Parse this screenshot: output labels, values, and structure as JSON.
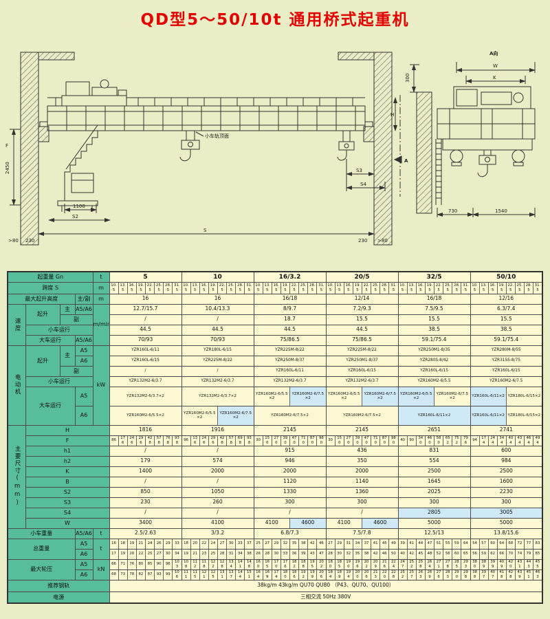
{
  "page": {
    "title": "QD型5～50/10t 通用桥式起重机"
  },
  "drawing": {
    "labels": {
      "aview": "A向",
      "rail_note": "小车轨顶面",
      "v2450": "2450",
      "f": "F",
      "d1100": "1100",
      "s2": "S2",
      "s": "S",
      "n230": "230",
      "gt80": ">80",
      "s3": "S3",
      "s4": "S4",
      "h": "H",
      "a": "A",
      "w": "W",
      "k": "K",
      "d300": "300",
      "d730": "730",
      "d1540": "1540"
    }
  },
  "table": {
    "groups": [
      "5",
      "10",
      "16/3.2",
      "20/5",
      "32/5",
      "50/10"
    ],
    "labels": {
      "capacity": "起重量 Gn",
      "capacity_unit": "t",
      "span": "跨度 S",
      "span_unit": "m",
      "height": "最大起升高度",
      "main_aux": "主/副",
      "height_unit": "m",
      "speed": "速度",
      "speed_unit": "m/min",
      "hoist": "起升",
      "main": "主",
      "aux": "副",
      "a5a6": "A5/A6",
      "a5": "A5",
      "a6": "A6",
      "trolley_travel": "小车运行",
      "bridge_travel": "大车运行",
      "motor": "电动机",
      "motor_unit": "kW",
      "dims": "主要尺寸(mm)",
      "H": "H",
      "F": "F",
      "h1": "h1",
      "h2": "h2",
      "K": "K",
      "B": "B",
      "S2": "S2",
      "S3": "S3",
      "S4": "S4",
      "W": "W",
      "trolley_weight": "小车重量",
      "weight_unit": "t",
      "total_weight": "总重量",
      "wheel_load": "最大轮压",
      "wheel_unit": "kN",
      "rail": "推荐钢轨",
      "power": "电源"
    },
    "values": {
      "span": [
        "10.5 13.5 16.5 19.5 22.5 25.5 28.5 31.5",
        "10.5 13.5 16.5 19.5 22.5 25.5 28.5 31.5",
        "10.5 13.5 16.5 19.5 22.5 25.5 28.5 31.5",
        "10.5 13.5 16.5 19.5 22.5 25.5 28.5 31.5",
        "10.5 13.5 16.5 19.5 22.5 25.5 28.5 31.5",
        "10.5 13.5 16.5 19.5 22.5 25.5 28.5 31.5"
      ],
      "height": [
        "16",
        "16",
        "16/18",
        "12/14",
        "16/18",
        "12/16"
      ],
      "speed_main": [
        "12.7/15.7",
        "10.4/13.3",
        "8/9.7",
        "7.2/9.3",
        "7.5/9.5",
        "6.3/7.4"
      ],
      "speed_aux": [
        "/",
        "/",
        "18.7",
        "15.5",
        "15.5",
        "15.5"
      ],
      "speed_trolley": [
        "44.5",
        "44.5",
        "44.5",
        "44.5",
        "38.5",
        "38.5"
      ],
      "speed_bridge": [
        "70/93",
        "70/93",
        "75/86.5",
        "75/86.5",
        "59.1/75.4",
        "59.1/75.4"
      ],
      "motor_main_a5": [
        "YZR160L-6/11",
        "YZR180L-6/15",
        "YZR225M-8/22",
        "YZR225M-8/22",
        "YZR250M1-8/35",
        "YZR280M-8/55"
      ],
      "motor_main_a6": [
        "YZR160L-6/15",
        "YZR225M-8/22",
        "YZR250M-8/37",
        "YZR250M1-8/37",
        "YZR280S-8/42",
        "YZR315S-8/75"
      ],
      "motor_aux": [
        "/",
        "/",
        "YZR160L-6/11",
        "YZR160L-6/15",
        "YZR160L-6/15",
        "YZR160L-6/15"
      ],
      "motor_trolley": [
        "YZR132M2-6/3.7",
        "YZR132M2-6/3.7",
        "YZR132M2-6/3.7",
        "YZR132M2-6/3.7",
        "YZR160M2-6/5.5",
        "YZR160M2-6/7.5"
      ],
      "motor_bridge_a5": [
        "YZR132M2-6/3.7×2",
        "YZR132M2-6/3.7×2",
        "YZR160M2-6/5.5×2|YZR160M2-6/7.5×2",
        "YZR160M2-6/5.5×2|YZR160M2-6/7.5×2",
        "YZR160M2-6/5.5×2|YZR160M2-6/7.5×2",
        "YZR160L-6/11×2|YZR180L-6/15×2"
      ],
      "motor_bridge_a6": [
        "YZR160M2-6/5.5×2",
        "YZR160M2-6/5.5×2|YZR160M2-6/7.5×2",
        "YZR160M2-6/7.5×2",
        "YZR160M2-6/7.5×2",
        "YZR160L-6/11×2",
        "YZR160L-6/11×2|YZR180L-6/15×2"
      ],
      "H": [
        "1816",
        "1916",
        "2145",
        "2145",
        "2651",
        "2741"
      ],
      "F": [
        "86 176 246 296 428 578 768 938",
        "96 136 246 296 428 578 698 938",
        "30 150 270 390 470 710 870 980",
        "30 150 270 390 470 710 870 980",
        "40 90 340 460 580 652 752 796",
        "94 174 244 344 404 434 464 494"
      ],
      "h1": [
        "/",
        "/",
        "915",
        "436",
        "831",
        "600"
      ],
      "h2": [
        "179",
        "574",
        "946",
        "350",
        "554",
        "984"
      ],
      "K": [
        "1400",
        "2000",
        "2000",
        "2000",
        "2500",
        "2500"
      ],
      "B": [
        "/",
        "/",
        "1120",
        "1140",
        "1645",
        "1600"
      ],
      "S2": [
        "850",
        "1050",
        "1330",
        "1360",
        "2025",
        "2230"
      ],
      "S3": [
        "230",
        "260",
        "300",
        "300",
        "300",
        "300"
      ],
      "S4": [
        "/",
        "/",
        "/",
        "/",
        "2805",
        "3005"
      ],
      "W": [
        "3400",
        "4100",
        "4100|4600",
        "4100|4600",
        "5000",
        "5000"
      ],
      "trolley_weight": [
        "2.5/2.63",
        "3/3.2",
        "6.8/7.3",
        "7.5/7.8",
        "12.5/13",
        "13.8/15.6"
      ],
      "total_a5": [
        "16 18 19 21 24 26 29 33",
        "18 20 22 24 27 30 33 37",
        "25 27 29 32 35 38 42 46",
        "27 29 31 34 37 41 45 49",
        "39 41 44 47 51 55 59 64",
        "54 57 60 64 68 72 77 83"
      ],
      "total_a6": [
        "17 19 20 22 25 27 30 34",
        "19 21 23 25 28 31 34 38",
        "26 28 30 33 36 39 43 47",
        "28 30 32 35 38 42 46 50",
        "40 42 45 48 52 56 60 65",
        "56 59 62 66 70 74 79 85"
      ],
      "wheel_a5": [
        "66 71 76 80 85 90 96 103",
        "108 112 118 122 128 134 141 148",
        "160 165 170 176 182 188 195 202",
        "180 185 190 196 202 209 216 224",
        "247 252 258 264 271 278 285 293",
        "380 389 399 409 420 431 443 455"
      ],
      "wheel_a6": [
        "68 73 78 82 87 93 99 106",
        "111 115 121 125 131 137 144 151",
        "164 169 174 180 186 192 199 206",
        "184 189 194 200 206 213 220 228",
        "252 257 263 269 276 283 290 298",
        "388 397 407 418 428 439 451 463"
      ],
      "rail": "38kg/m  43kg/m  QU70  QU80 （P43、QU70、QU100）",
      "power": "三相交流  50Hz  380V"
    }
  }
}
